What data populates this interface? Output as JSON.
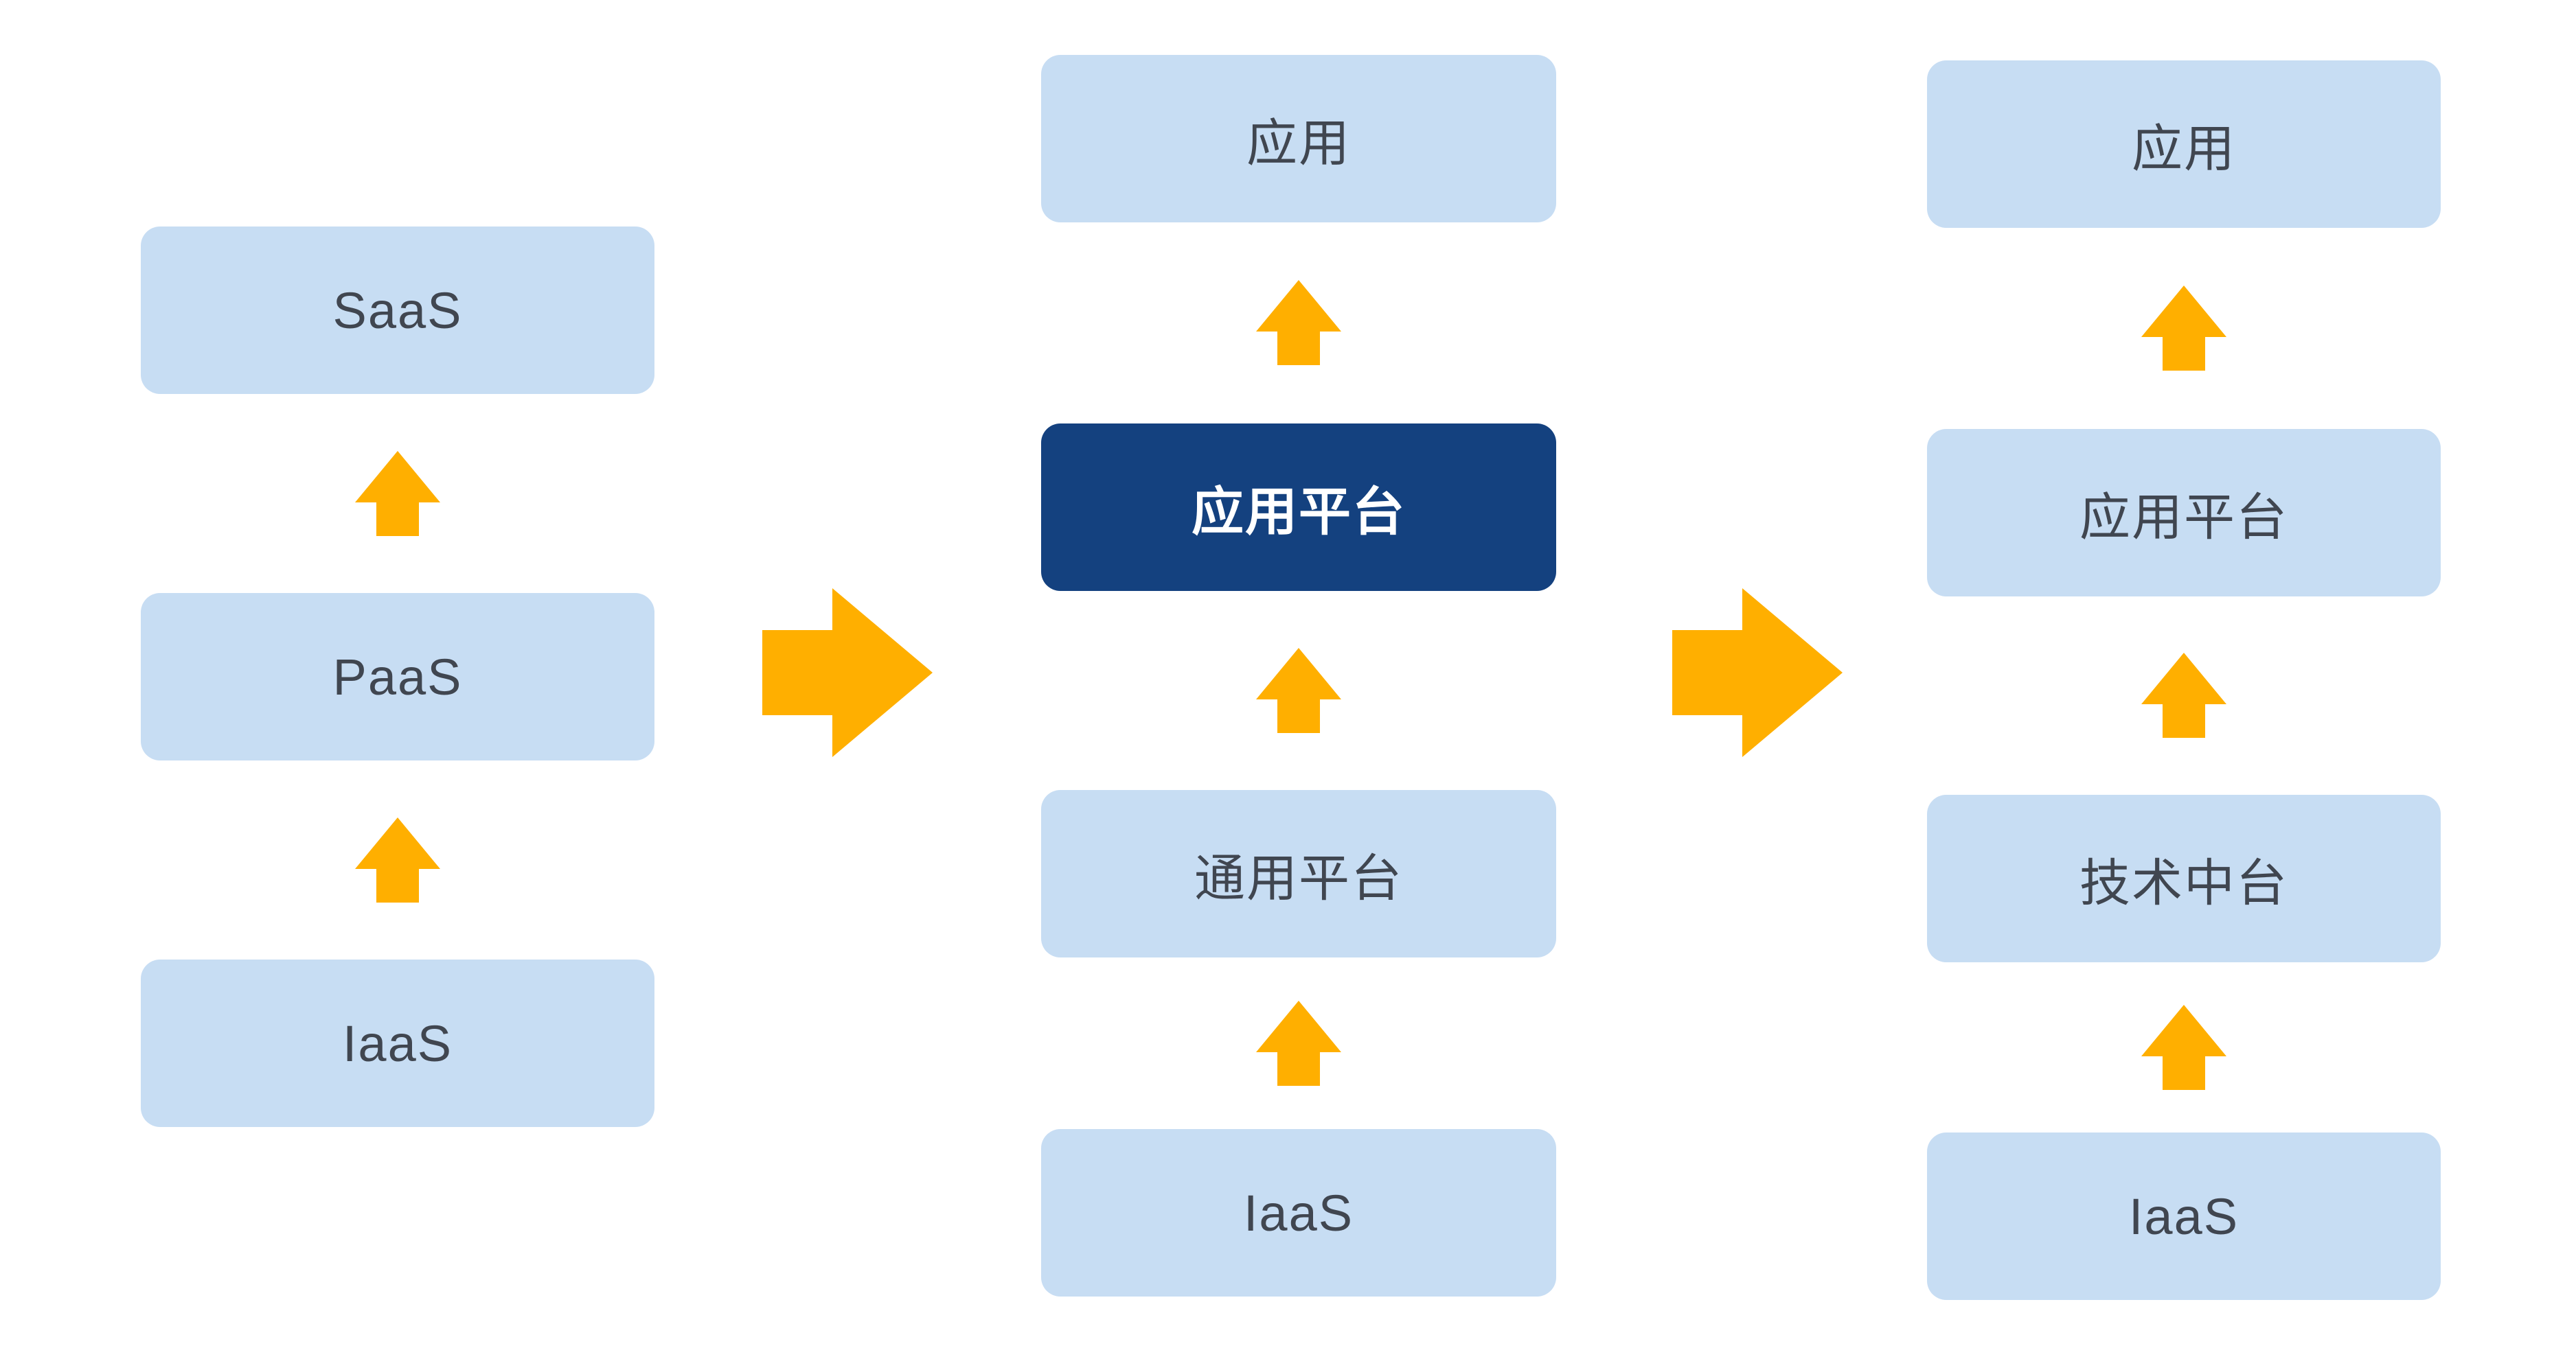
{
  "page": {
    "background": "#FFFFFF"
  },
  "palette": {
    "light_box_fill": "#C7DDF3",
    "dark_box_fill": "#14417F",
    "arrow_fill": "#FFAF00",
    "light_box_text": "#404650",
    "dark_box_text": "#FFFFFF"
  },
  "icons": {
    "up_arrow": "⬆",
    "right_arrow": "➡"
  },
  "diagram": {
    "stages": [
      {
        "name": "left-stack",
        "boxes": [
          {
            "label": "SaaS",
            "variant": "light"
          },
          {
            "label": "PaaS",
            "variant": "light"
          },
          {
            "label": "IaaS",
            "variant": "light"
          }
        ]
      },
      {
        "name": "middle-stack",
        "boxes": [
          {
            "label": "应用",
            "variant": "light"
          },
          {
            "label": "应用平台",
            "variant": "dark"
          },
          {
            "label": "通用平台",
            "variant": "light"
          },
          {
            "label": "IaaS",
            "variant": "light"
          }
        ]
      },
      {
        "name": "right-stack",
        "boxes": [
          {
            "label": "应用",
            "variant": "light"
          },
          {
            "label": "应用平台",
            "variant": "light"
          },
          {
            "label": "技术中台",
            "variant": "light"
          },
          {
            "label": "IaaS",
            "variant": "light"
          }
        ]
      }
    ]
  }
}
